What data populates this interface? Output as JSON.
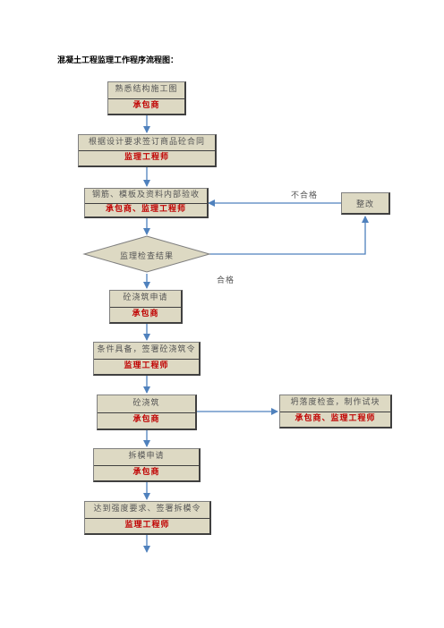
{
  "title": "混凝土工程监理工作程序流程图：",
  "nodes": [
    {
      "step": "熟悉结构施工图",
      "role": "承包商"
    },
    {
      "step": "根据设计要求签订商品砼合同",
      "role": "监理工程师"
    },
    {
      "step": "钢筋、模板及资料内部验收",
      "role": "承包商、监理工程师"
    },
    {
      "step": "砼浇筑申请",
      "role": "承包商"
    },
    {
      "step": "条件具备，签署砼浇筑令",
      "role": "监理工程师"
    },
    {
      "step": "砼浇筑",
      "role": "承包商"
    },
    {
      "step": "坍落度检查，制作试块",
      "role": "承包商、监理工程师"
    },
    {
      "step": "拆模申请",
      "role": "承包商"
    },
    {
      "step": "达到强度要求、签署拆模令",
      "role": "监理工程师"
    }
  ],
  "decision": "监理检查结果",
  "rework": "整改",
  "labels": {
    "fail": "不合格",
    "pass": "合格"
  },
  "colors": {
    "box_fill": "#ddd9c3",
    "role_text": "#c00000",
    "arrow": "#4f81bd"
  }
}
